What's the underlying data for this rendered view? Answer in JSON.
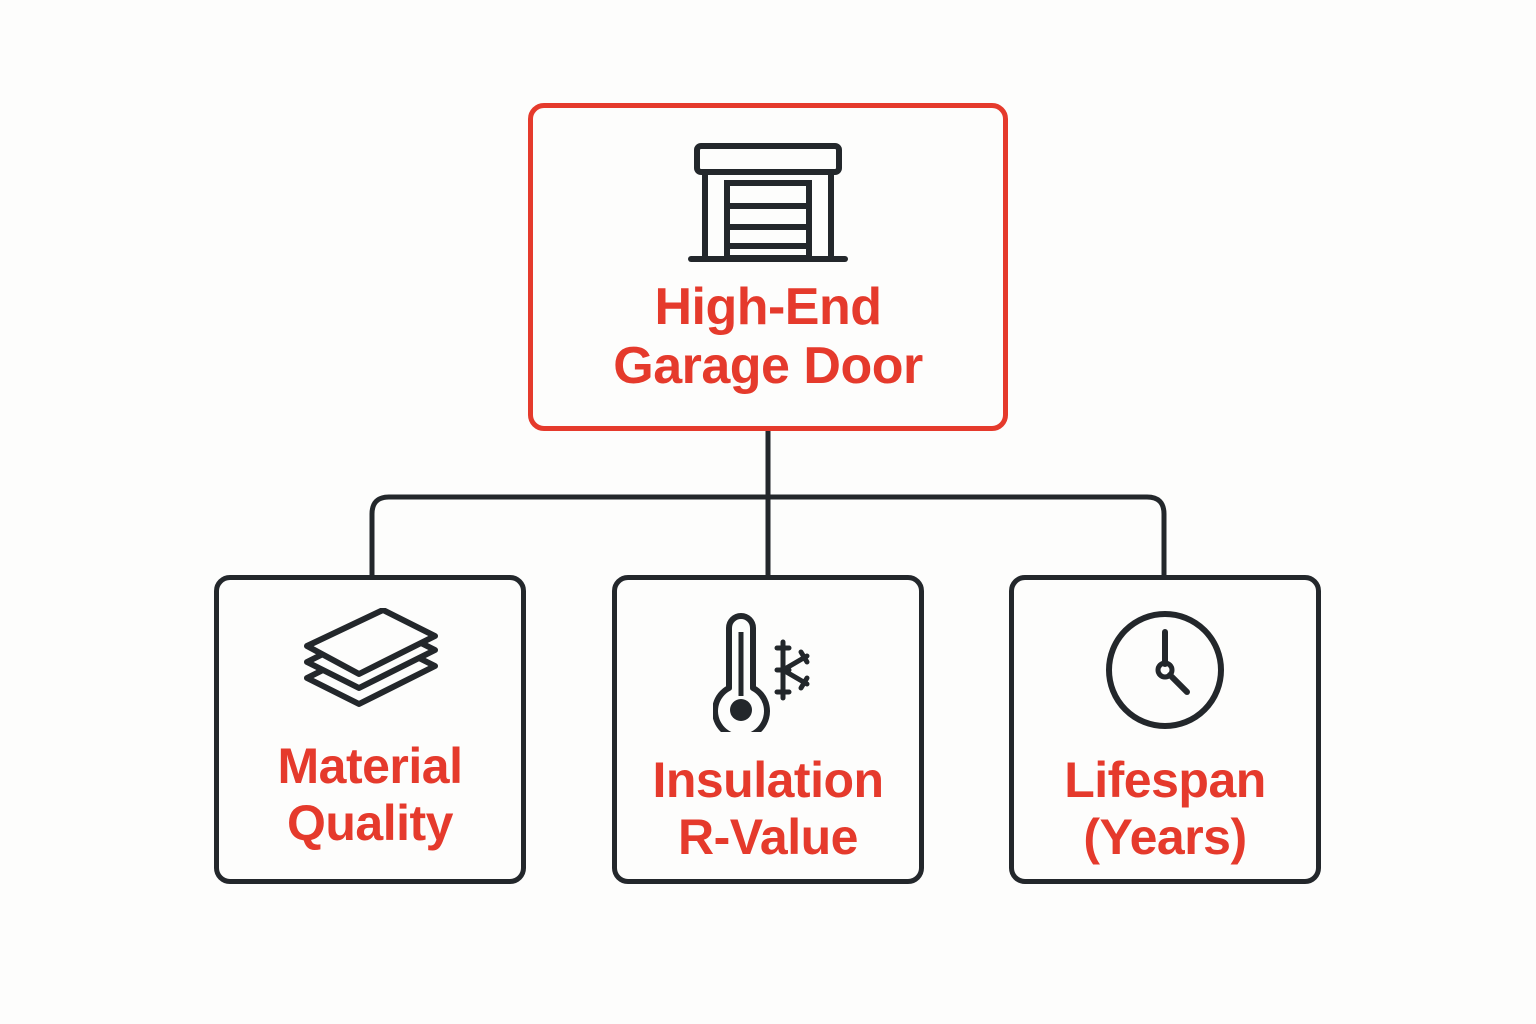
{
  "diagram": {
    "type": "hierarchy",
    "colors": {
      "accent": "#e53a2c",
      "stroke": "#23272b",
      "background": "#fdfdfc"
    },
    "root": {
      "icon": "garage-door-icon",
      "label_line1": "High-End",
      "label_line2": "Garage Door"
    },
    "children": [
      {
        "icon": "layers-icon",
        "label_line1": "Material",
        "label_line2": "Quality"
      },
      {
        "icon": "thermometer-snowflake-icon",
        "label_line1": "Insulation",
        "label_line2": "R-Value"
      },
      {
        "icon": "clock-icon",
        "label_line1": "Lifespan",
        "label_line2": "(Years)"
      }
    ]
  }
}
